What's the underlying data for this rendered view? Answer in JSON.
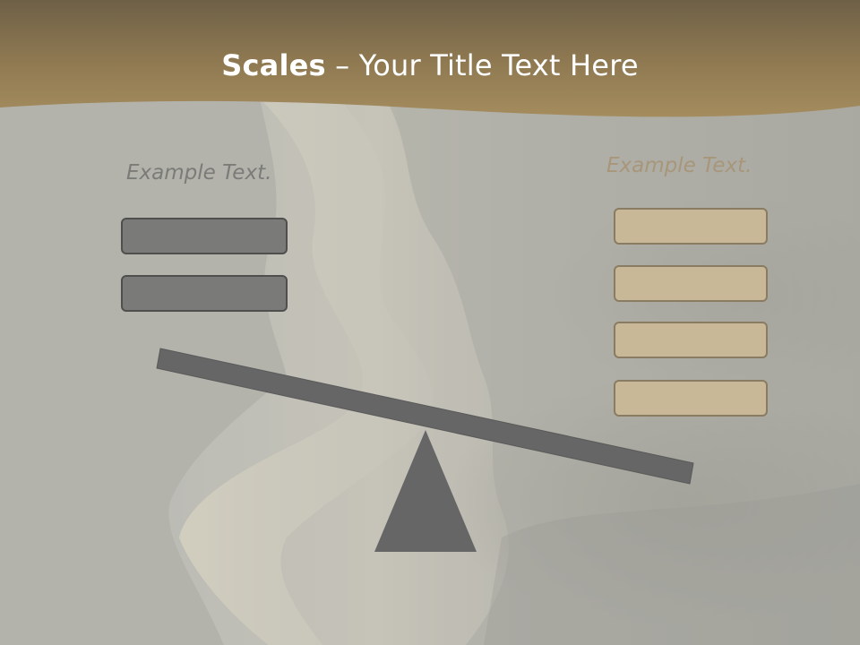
{
  "slide": {
    "title_bold": "Scales",
    "title_rest": " – Your Title Text Here",
    "left_label": "Example Text.",
    "right_label": "Example Text.",
    "left_boxes": [
      "",
      ""
    ],
    "right_boxes": [
      "",
      "",
      "",
      ""
    ]
  },
  "colors": {
    "header": "#9c8558",
    "beam": "#666666",
    "left_box": "#7a7a78",
    "right_box": "#c8b898"
  }
}
